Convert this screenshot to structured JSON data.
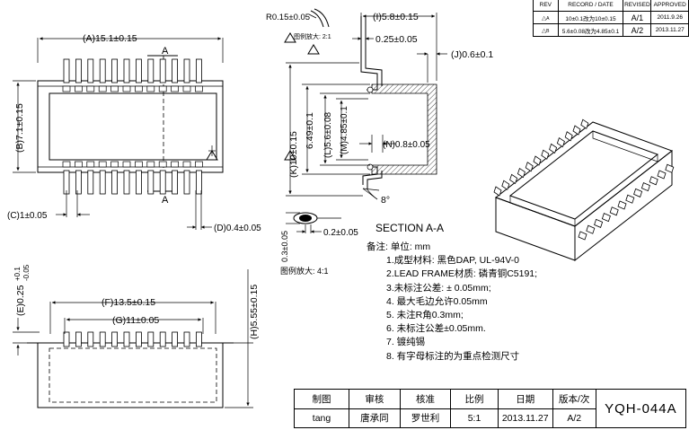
{
  "dims": {
    "a": "(A)15.1±0.15",
    "b": "(B)7.1±0.15",
    "c": "(C)1±0.05",
    "d": "(D)0.4±0.05",
    "e": "(E)0.25±0.1\n-0.05",
    "e_main": "(E)0.25",
    "e_tol_up": "+0.1",
    "e_tol_dn": "-0.05",
    "f": "(F)13.5±0.15",
    "g": "(G)11±0.05",
    "h": "(H)5.55±0.15",
    "i": "(I)5.8±0.15",
    "j": "(J)0.6±0.1",
    "k": "(K)10±0.15",
    "l": "(L)5.6±0.08",
    "m": "(M)4.85±0.1",
    "n": "(N)0.8±0.05",
    "r": "R0.15±0.05",
    "gap": "0.25±0.05",
    "h649": "6.49±0.1",
    "angle": "8°",
    "small_w": "0.2±0.05",
    "small_h": "0.3±0.05"
  },
  "labels": {
    "section_a_top": "A",
    "section_a_bottom": "A",
    "section_title": "SECTION  A-A",
    "magnify_top": "图例放大: 2:1",
    "magnify_bottom": "图例放大: 4:1",
    "marker_a": "A",
    "marker_b": "B"
  },
  "notes": {
    "heading": "备注:   单位: mm",
    "items": [
      "1.成型材料:  黑色DAP, UL-94V-0",
      "2.LEAD  FRAME材质: 磷青铜C5191;",
      "3.未标注公差:  ± 0.05mm;",
      "4. 最大毛边允许0.05mm",
      "5. 未注R角0.3mm;",
      "6. 未标注公差±0.05mm.",
      "7.  镀纯锡",
      "8.  有字母标注的为重点检测尺寸"
    ]
  },
  "title_block": {
    "headers": [
      "制图",
      "审核",
      "核准",
      "比例",
      "日期",
      "版本/次"
    ],
    "values": [
      "tang",
      "唐承同",
      "罗世利",
      "5:1",
      "2013.11.27",
      "A/2"
    ],
    "part_no": "YQH-044A"
  },
  "revision_table": {
    "headers": [
      "REV",
      "RECORD / DATE",
      "REVISED",
      "APPROVED"
    ],
    "rows": [
      {
        "rev": "A",
        "record": "10±0.1改为10±0.15",
        "revised": "A/1",
        "approved": "2011.9.26"
      },
      {
        "rev": "B",
        "record": "5.6±0.08改为4.85±0.1",
        "revised": "A/2",
        "approved": "2013.11.27"
      }
    ]
  }
}
